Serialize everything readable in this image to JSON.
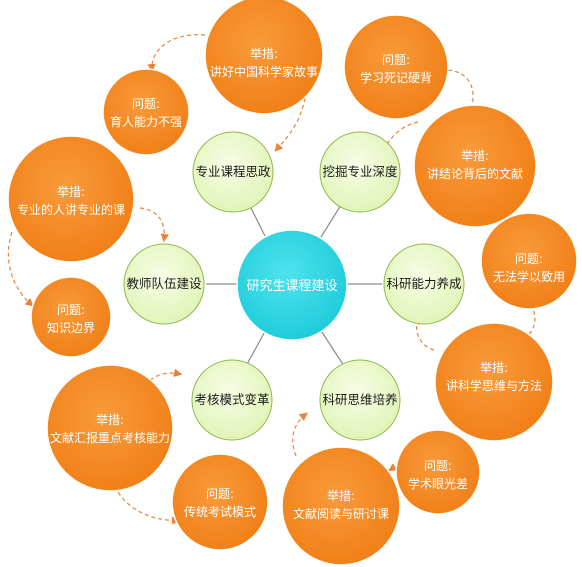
{
  "center": {
    "label": "研究生课程建设"
  },
  "topics": [
    {
      "id": "sizheng",
      "label": "专业课程思政"
    },
    {
      "id": "shendu",
      "label": "挖掘专业深度"
    },
    {
      "id": "keyan",
      "label": "科研能力养成"
    },
    {
      "id": "siwei",
      "label": "科研思维培养"
    },
    {
      "id": "kaohe",
      "label": "考核模式变革"
    },
    {
      "id": "jiaoshi",
      "label": "教师队伍建设"
    }
  ],
  "items": [
    {
      "id": "q-sizheng",
      "line1": "问题:",
      "line2": "育人能力不强"
    },
    {
      "id": "m-sizheng",
      "line1": "举措:",
      "line2": "讲好中国科学家故事"
    },
    {
      "id": "q-shendu",
      "line1": "问题:",
      "line2": "学习死记硬背"
    },
    {
      "id": "m-shendu",
      "line1": "举措:",
      "line2": "讲结论背后的文献"
    },
    {
      "id": "q-keyan",
      "line1": "问题:",
      "line2": "无法学以致用"
    },
    {
      "id": "m-keyan",
      "line1": "举措:",
      "line2": "讲科学思维与方法"
    },
    {
      "id": "q-siwei",
      "line1": "问题:",
      "line2": "学术眼光差"
    },
    {
      "id": "m-siwei",
      "line1": "举措:",
      "line2": "文献阅读与研讨课"
    },
    {
      "id": "q-kaohe",
      "line1": "问题:",
      "line2": "传统考试模式"
    },
    {
      "id": "m-kaohe",
      "line1": "举措:",
      "line2": "文献汇报重点考核能力"
    },
    {
      "id": "q-jiaoshi",
      "line1": "问题:",
      "line2": "知识边界"
    },
    {
      "id": "m-jiaoshi",
      "line1": "举措:",
      "line2": "专业的人讲专业的课"
    }
  ],
  "colors": {
    "center": "#2ad4e3",
    "topic": "#eaf8c8",
    "topic_stroke": "#8fb84a",
    "orange": "#f58a1f",
    "orange_light": "#f7a14a",
    "spoke": "#8c8c8c",
    "connector": "#e8833a"
  }
}
